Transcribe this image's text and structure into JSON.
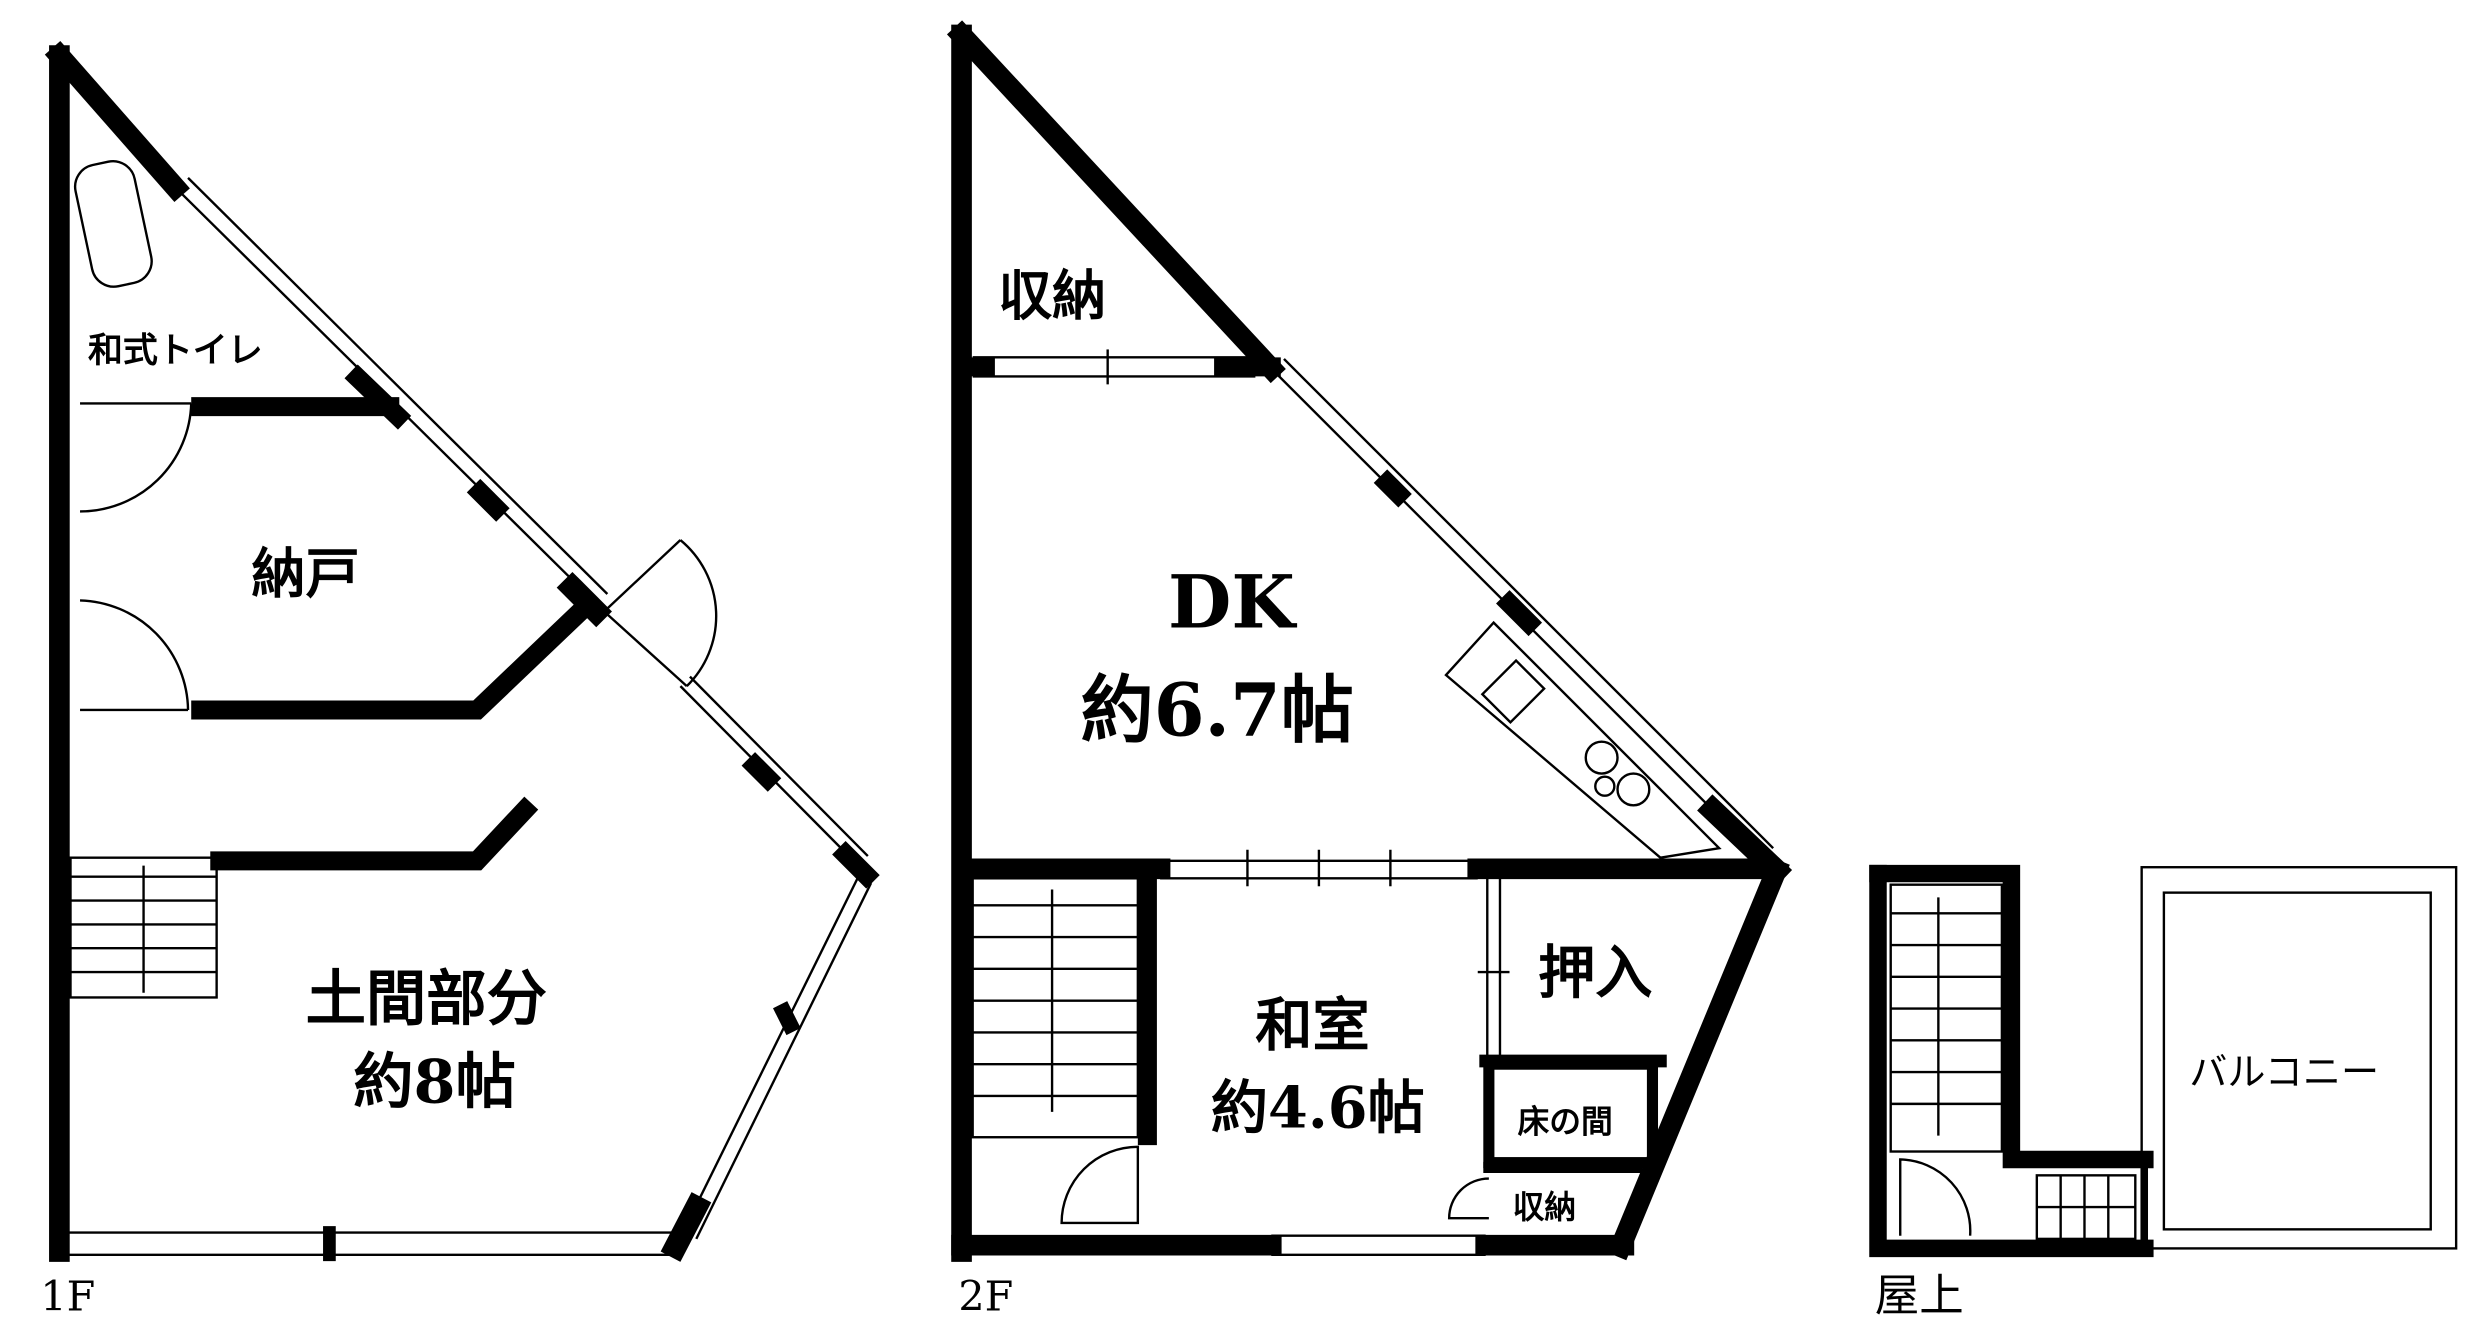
{
  "floors": {
    "f1": {
      "label": "1F",
      "rooms": {
        "toilet": "和式トイレ",
        "storage": "納戸",
        "doma": "土間部分",
        "doma_size": "約8帖"
      }
    },
    "f2": {
      "label": "2F",
      "rooms": {
        "storage_top": "収納",
        "dk": "DK",
        "dk_size": "約6.7帖",
        "washitsu": "和室",
        "washitsu_size": "約4.6帖",
        "oshiire": "押入",
        "tokonoma": "床の間",
        "storage_bottom": "収納"
      }
    },
    "roof": {
      "label": "屋上",
      "rooms": {
        "balcony": "バルコニー"
      }
    }
  }
}
